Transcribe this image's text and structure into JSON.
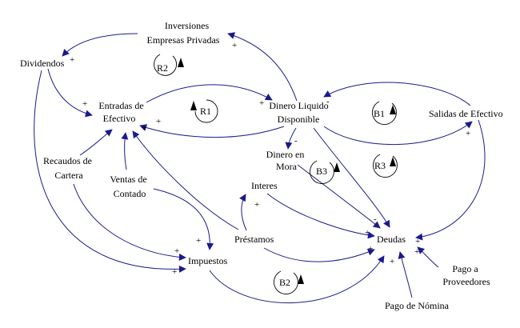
{
  "nodes": {
    "inversiones": [
      "Inversiones",
      "Empresas Privadas"
    ],
    "dividendos": "Dividendos",
    "entradas": [
      "Entradas de",
      "Efectivo"
    ],
    "dinero_liquido": [
      "Dinero Liquido",
      "Disponible"
    ],
    "salidas": "Salidas de Efectivo",
    "recaudos": [
      "Recaudos de",
      "Cartera"
    ],
    "ventas": [
      "Ventas de",
      "Contado"
    ],
    "dinero_mora": [
      "Dinero en",
      "Mora"
    ],
    "interes": "Interes",
    "prestamos": "Préstamos",
    "impuestos": "Impuestos",
    "deudas": "Deudas",
    "pago_proveedores": [
      "Pago a",
      "Proveedores"
    ],
    "pago_nomina": "Pago de Nómina"
  },
  "loops": {
    "r1": "R1",
    "r2": "R2",
    "r3": "R3",
    "b1": "B1",
    "b2": "B2",
    "b3": "B3"
  },
  "polarity": {
    "plus": "+",
    "minus": "-"
  },
  "colors": {
    "link": "#1a1a8c",
    "text": "#000000",
    "background": "#ffffff"
  }
}
